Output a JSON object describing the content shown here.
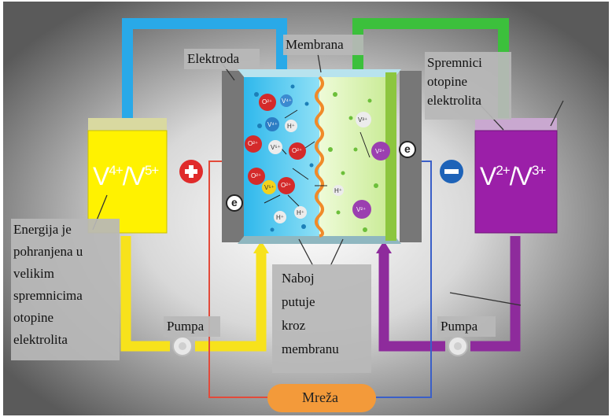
{
  "labels": {
    "elektroda": "Elektroda",
    "membrana": "Membrana",
    "spremnici": [
      "Spremnici",
      "otopine",
      "elektrolita"
    ],
    "energija": [
      "Energija je",
      "pohranjena u",
      "velikim",
      "spremnicima",
      "otopine",
      "elektrolita"
    ],
    "pumpa_left": "Pumpa",
    "pumpa_right": "Pumpa",
    "naboj": [
      "Naboj",
      "putuje",
      "kroz",
      "membranu"
    ],
    "mreza": "Mreža"
  },
  "tanks": {
    "left": {
      "base": "V",
      "ox1": "4+",
      "sep": "/V",
      "ox2": "5+"
    },
    "right": {
      "base": "V",
      "ox1": "2+",
      "sep": "/V",
      "ox2": "3+"
    }
  },
  "signs": {
    "plus": "+",
    "minus": "−",
    "electron": "e"
  },
  "ions": {
    "o2": "O²⁺",
    "v4": "V⁴⁺",
    "v5": "V⁵⁺",
    "h": "H⁺",
    "v2": "V²⁺",
    "v3": "V³⁺"
  },
  "colors": {
    "yellow_tank": "#fff200",
    "purple_tank": "#9b1fa8",
    "cathode_blue": "#49c8f0",
    "anode_green": "#d9f3b0",
    "membrane": "#f08a2a",
    "pipe_blue": "#29a9e8",
    "pipe_green": "#3cc03c",
    "pipe_yellow": "#f7e21c",
    "pipe_purple": "#8e2b9c",
    "wire_red": "#e34a3a",
    "wire_blue": "#3a5fc8",
    "grid_orange": "#f39a3a",
    "plus_red": "#e02b2b",
    "minus_blue": "#1e63b8"
  }
}
